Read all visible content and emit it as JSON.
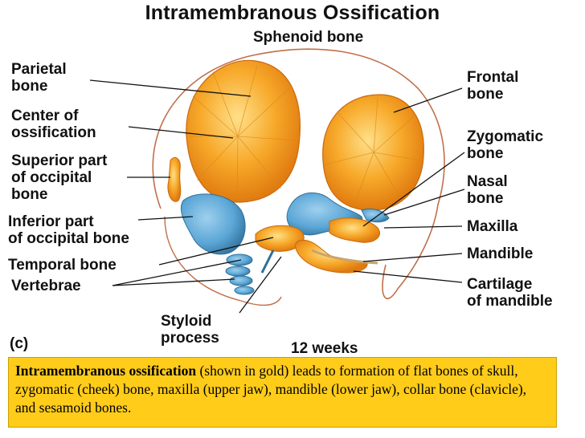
{
  "title": "Intramembranous Ossification",
  "labels": {
    "sphenoid": "Sphenoid bone",
    "parietal": [
      "Parietal",
      "bone"
    ],
    "center": [
      "Center of",
      "ossification"
    ],
    "superior_occipital": [
      "Superior part",
      "of occipital",
      "bone"
    ],
    "inferior_occipital": [
      "Inferior part",
      "of occipital bone"
    ],
    "temporal": "Temporal bone",
    "vertebrae": "Vertebrae",
    "styloid": [
      "Styloid",
      "process"
    ],
    "panel": "(c)",
    "age": "12 weeks",
    "frontal": [
      "Frontal",
      "bone"
    ],
    "zygomatic": [
      "Zygomatic",
      "bone"
    ],
    "nasal": [
      "Nasal",
      "bone"
    ],
    "maxilla": "Maxilla",
    "mandible": "Mandible",
    "cartilage": [
      "Cartilage",
      "of mandible"
    ]
  },
  "caption": {
    "bold": "Intramembranous ossification",
    "rest": " (shown in gold) leads to formation of flat bones of skull, zygomatic (cheek) bone, maxilla (upper jaw), mandible (lower jaw),  collar bone (clavicle), and sesamoid bones."
  },
  "colors": {
    "gold": "#f5a21e",
    "gold_light": "#ffd36a",
    "blue": "#5aa6d6",
    "blue_dark": "#2f6f98",
    "skull_outline": "#c0704a",
    "caption_bg": "#ffcc1a"
  }
}
